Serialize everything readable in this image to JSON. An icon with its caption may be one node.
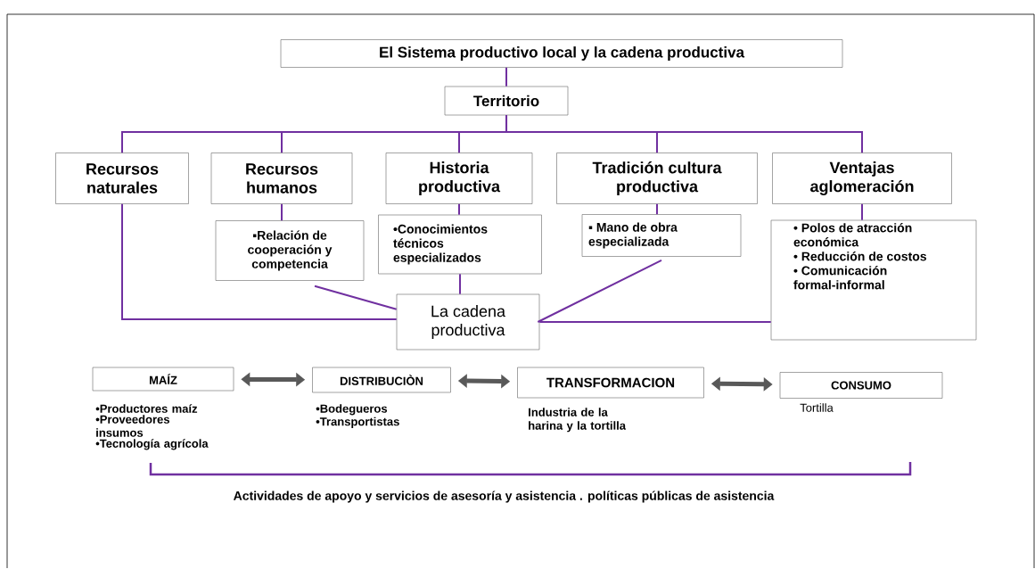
{
  "diagram": {
    "nodes": [
      {
        "text": [
          "El Sistema productivo local y la cadena productiva"
        ]
      },
      {
        "text": [
          "Territorio"
        ]
      },
      {
        "text": [
          "Recursos naturales"
        ]
      },
      {
        "text": [
          "Recursos humanos"
        ]
      },
      {
        "text": [
          "Historia productiva"
        ]
      },
      {
        "text": [
          "Tradición cultura productiva"
        ]
      },
      {
        "text": [
          "Ventajas aglomeración"
        ]
      },
      {
        "text": [
          "▪Relación de cooperación y competencia"
        ]
      },
      {
        "text": [
          "•Conocimientos técnicos especializados"
        ]
      },
      {
        "text": [
          "▪ Mano de obra especializada"
        ]
      },
      {
        "text": [
          "• Polos de atracción económica",
          "• Reducción de costos",
          "• Comunicación formal-informal"
        ]
      },
      {
        "text": [
          "La cadena productiva"
        ]
      },
      {
        "text": [
          "MAÍZ"
        ],
        "beside": [
          "•Productores maíz",
          "•Proveedores insumos",
          "•Tecnología agrícola"
        ]
      },
      {
        "text": [
          "DISTRIBUCIÒN"
        ],
        "beside": [
          "•Bodegueros",
          "•Transportistas"
        ]
      },
      {
        "text": [
          "TRANSFORMACION"
        ],
        "beside": [
          "Industria de la harina y la tortilla"
        ]
      },
      {
        "text": [
          "CONSUMO"
        ],
        "beside": [
          "Tortilla"
        ]
      }
    ],
    "edges": [
      {
        "from": 0,
        "to": 1,
        "arrow": "none"
      },
      {
        "from": 1,
        "to": 2,
        "arrow": "none"
      },
      {
        "from": 1,
        "to": 3,
        "arrow": "none"
      },
      {
        "from": 1,
        "to": 4,
        "arrow": "none"
      },
      {
        "from": 1,
        "to": 5,
        "arrow": "none"
      },
      {
        "from": 1,
        "to": 6,
        "arrow": "none"
      },
      {
        "from": 3,
        "to": 7,
        "arrow": "none"
      },
      {
        "from": 4,
        "to": 8,
        "arrow": "none"
      },
      {
        "from": 5,
        "to": 9,
        "arrow": "none"
      },
      {
        "from": 6,
        "to": 10,
        "arrow": "none"
      },
      {
        "from": 2,
        "to": 11,
        "arrow": "none"
      },
      {
        "from": 7,
        "to": 11,
        "arrow": "none"
      },
      {
        "from": 8,
        "to": 11,
        "arrow": "none"
      },
      {
        "from": 9,
        "to": 11,
        "arrow": "none"
      },
      {
        "from": 10,
        "to": 11,
        "arrow": "none"
      },
      {
        "from": 12,
        "to": 13,
        "arrow": "both",
        "style": "thick",
        "color": "#595959"
      },
      {
        "from": 13,
        "to": 14,
        "arrow": "both",
        "style": "thick",
        "color": "#595959"
      },
      {
        "from": 14,
        "to": 15,
        "arrow": "both",
        "style": "thick",
        "color": "#595959"
      }
    ],
    "labels": [
      "Actividades de apoyo y servicios de asesoría y asistencia . políticas públicas de asistencia"
    ]
  }
}
